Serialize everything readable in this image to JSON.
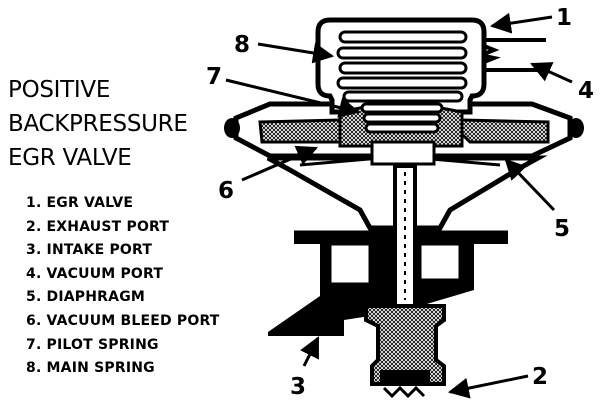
{
  "title": [
    "POSITIVE",
    "BACKPRESSURE",
    "EGR VALVE"
  ],
  "legend": [
    "1. EGR VALVE",
    "2. EXHAUST PORT",
    "3. INTAKE PORT",
    "4. VACUUM PORT",
    "5. DIAPHRAGM",
    "6. VACUUM BLEED PORT",
    "7. PILOT SPRING",
    "8. MAIN SPRING"
  ],
  "callouts": [
    "1",
    "2",
    "3",
    "4",
    "5",
    "6",
    "7",
    "8"
  ],
  "colors": {
    "ink": "#000000",
    "paper": "#ffffff"
  }
}
